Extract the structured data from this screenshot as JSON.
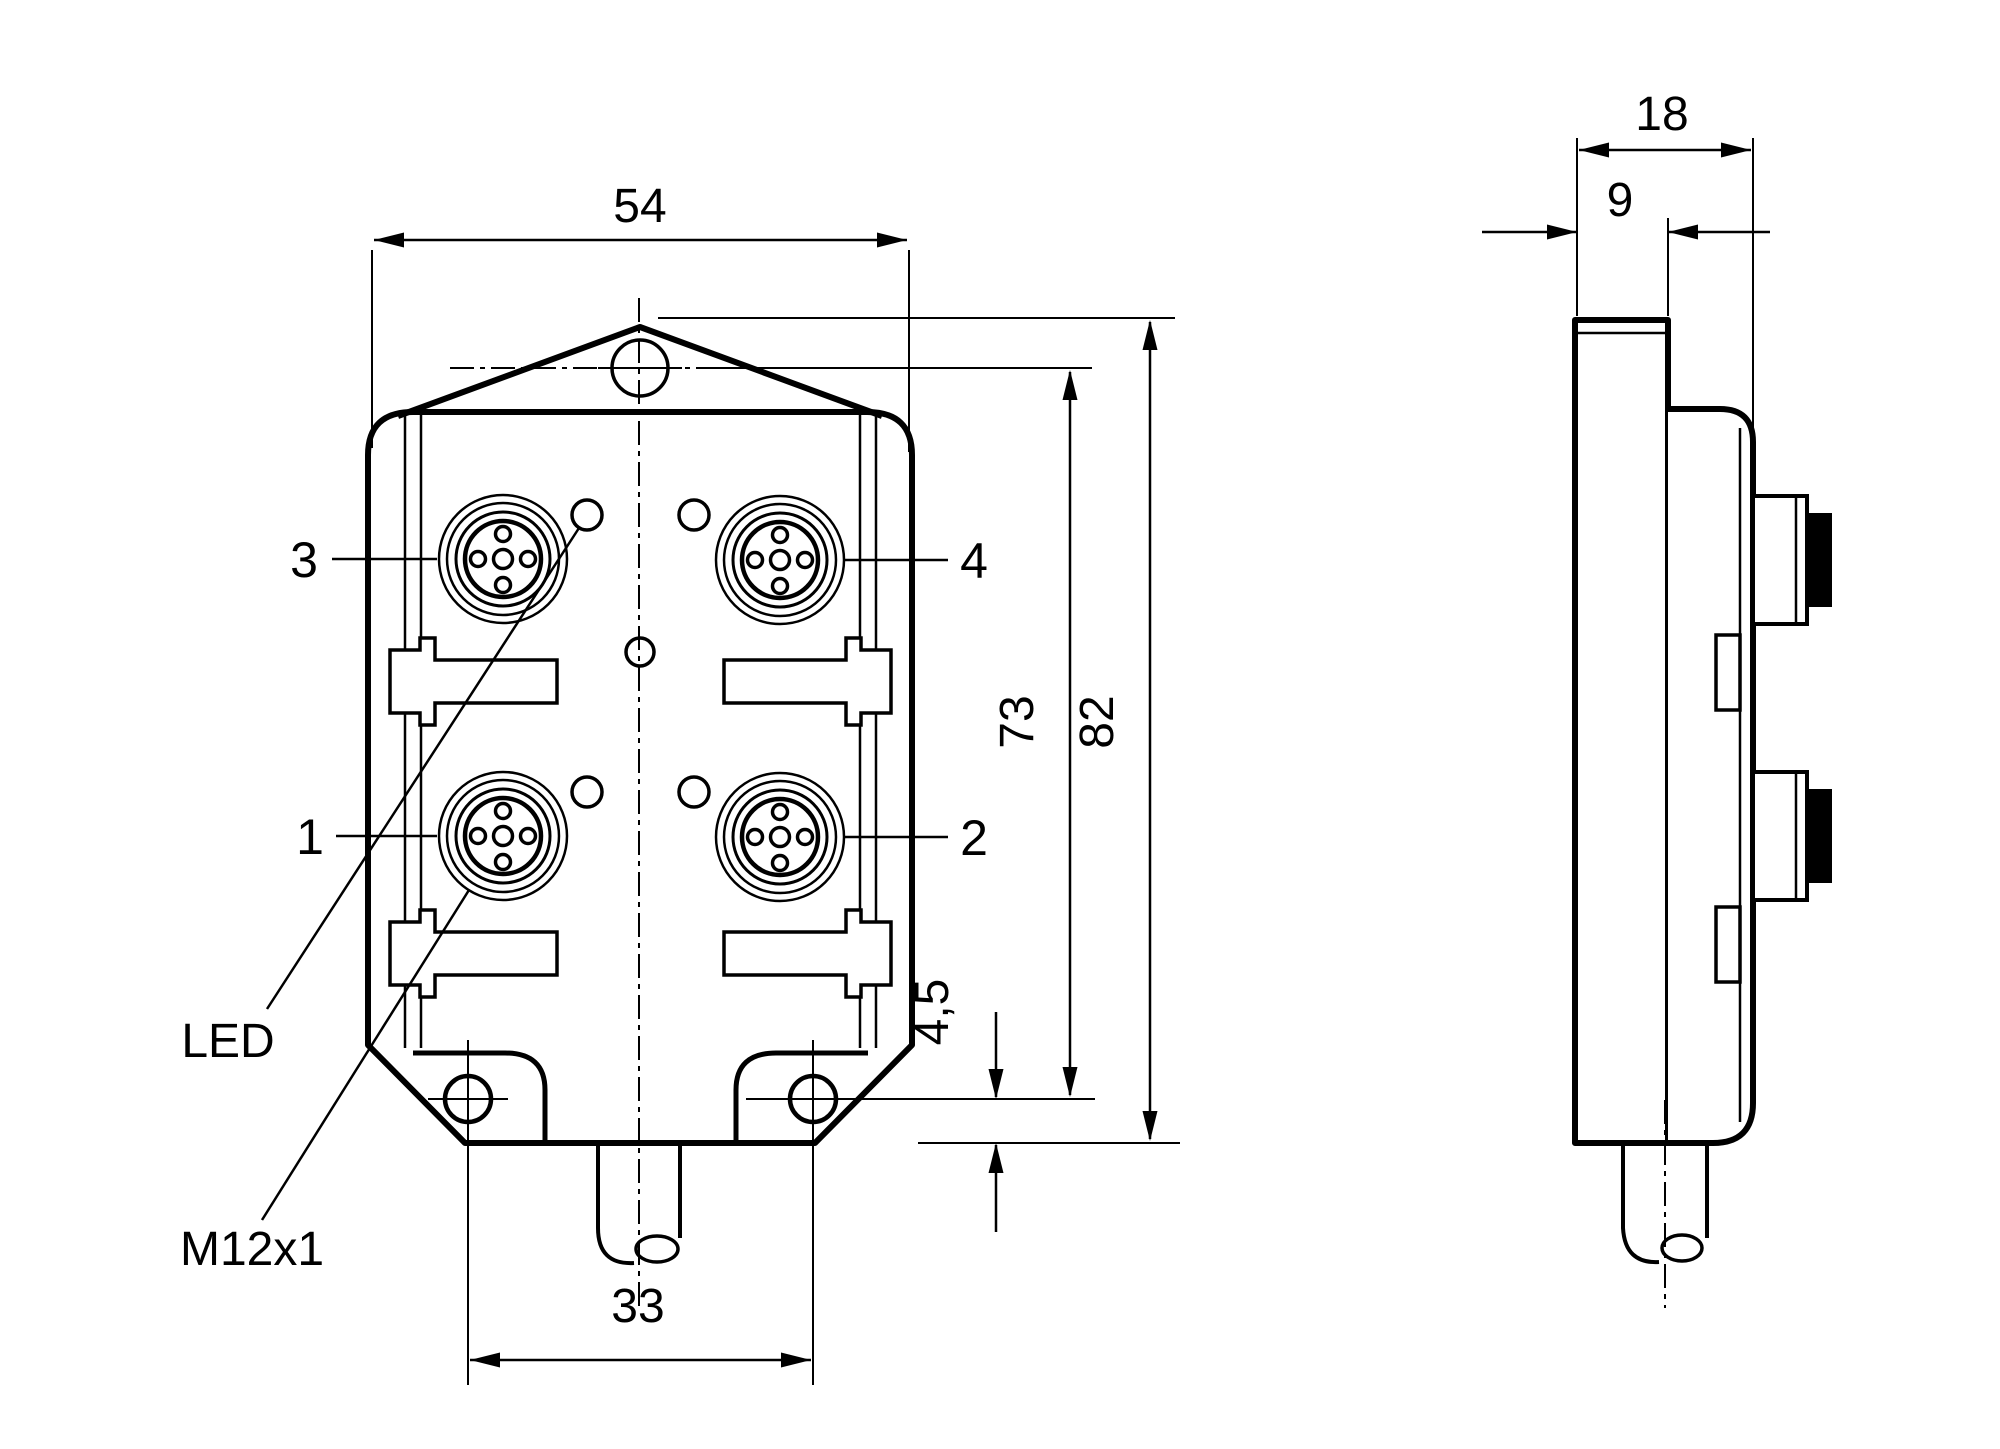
{
  "drawing": {
    "front_view": {
      "dim_width_top": "54",
      "dim_height_total": "82",
      "dim_height_screw": "73",
      "dim_screw_to_bottom": "4,5",
      "dim_screw_spacing": "33",
      "port_labels": {
        "top_left": "3",
        "top_right": "4",
        "bottom_left": "1",
        "bottom_right": "2"
      },
      "led_label": "LED",
      "thread_label": "M12x1"
    },
    "side_view": {
      "dim_depth_total": "18",
      "dim_depth_body": "9"
    },
    "colors": {
      "line": "#000000",
      "background": "#ffffff"
    }
  }
}
